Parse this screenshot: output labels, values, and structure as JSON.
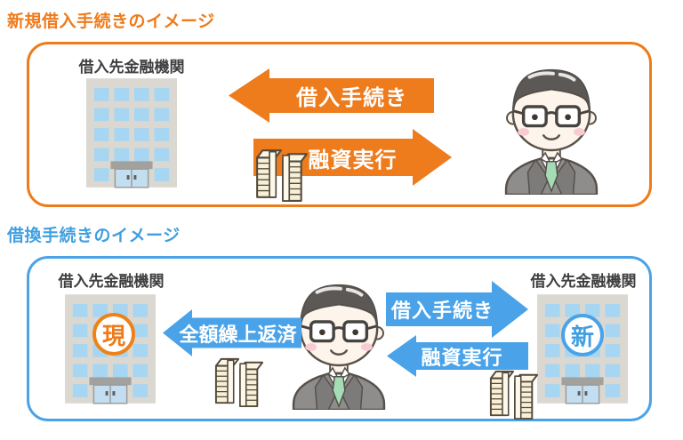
{
  "colors": {
    "orange": "#EE7B1C",
    "blue": "#4AA3E8",
    "blue_text": "#3F9FE0",
    "label_dark": "#3F3F3F",
    "arrow_text": "#FFFFFF"
  },
  "sections": [
    {
      "title": "新規借入手続きのイメージ",
      "bank": {
        "label": "借入先金融機関"
      },
      "arrows": [
        {
          "label": "借入手続き",
          "direction": "left"
        },
        {
          "label": "融資実行",
          "direction": "right"
        }
      ],
      "icons": [
        "bank-building-icon",
        "money-stack-icon",
        "businessman-icon"
      ]
    },
    {
      "title": "借換手続きのイメージ",
      "current_bank": {
        "label": "借入先金融機関",
        "badge": "現"
      },
      "new_bank": {
        "label": "借入先金融機関",
        "badge": "新"
      },
      "arrows": [
        {
          "label": "全額繰上返済",
          "direction": "left"
        },
        {
          "label": "借入手続き",
          "direction": "right"
        },
        {
          "label": "融資実行",
          "direction": "left"
        }
      ],
      "icons": [
        "bank-building-icon",
        "money-stack-icon",
        "businessman-icon",
        "bank-building-icon",
        "money-stack-icon"
      ]
    }
  ]
}
